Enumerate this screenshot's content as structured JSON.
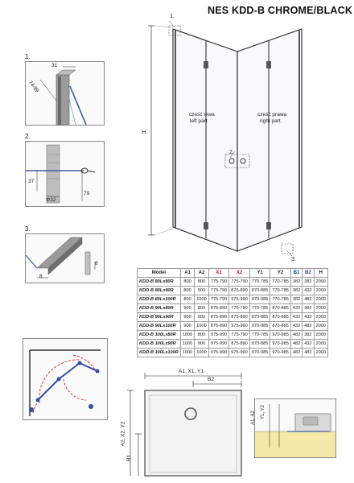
{
  "header": {
    "title": "NES KDD-B CHROME/BLACK"
  },
  "drawing": {
    "left_part_pl": "cześć lewa",
    "left_part_en": "left part",
    "right_part_pl": "cześć prawa",
    "right_part_en": "right part",
    "h_label": "H",
    "callouts": {
      "one": "1.",
      "two": "2.",
      "three": "3."
    }
  },
  "details": {
    "d1": {
      "num": "1.",
      "dim_top": "31",
      "dim_side": "74-89"
    },
    "d2": {
      "num": "2.",
      "dim_left": "37",
      "dim_bottom": "Φ32",
      "dim_right": "79"
    },
    "d3": {
      "num": "3.",
      "dim_left": "8",
      "dim_right": "8"
    }
  },
  "spec_table": {
    "headers": [
      "Model",
      "A1",
      "A2",
      "X1",
      "X2",
      "Y1",
      "Y2",
      "B1",
      "B2",
      "H"
    ],
    "rows": [
      [
        "KDD-B 80Lx80R",
        "800",
        "800",
        "775-790",
        "775-790",
        "770-785",
        "770-785",
        "382",
        "382",
        "2000"
      ],
      [
        "KDD-B 80Lx90R",
        "800",
        "900",
        "775-790",
        "875-890",
        "870-885",
        "770-785",
        "382",
        "432",
        "2000"
      ],
      [
        "KDD-B 80Lx100R",
        "800",
        "1000",
        "775-790",
        "975-990",
        "970-985",
        "770-785",
        "382",
        "482",
        "2000"
      ],
      [
        "KDD-B 90Lx80R",
        "900",
        "800",
        "875-890",
        "775-790",
        "770-785",
        "870-885",
        "432",
        "382",
        "2000"
      ],
      [
        "KDD-B 90Lx90R",
        "900",
        "900",
        "875-890",
        "875-890",
        "870-885",
        "870-885",
        "432",
        "432",
        "2000"
      ],
      [
        "KDD-B 90Lx100R",
        "900",
        "1000",
        "875-890",
        "975-990",
        "970-985",
        "870-885",
        "432",
        "482",
        "2000"
      ],
      [
        "KDD-B 100Lx80R",
        "1000",
        "800",
        "975-990",
        "775-790",
        "770-785",
        "970-985",
        "482",
        "382",
        "2000"
      ],
      [
        "KDD-B 100Lx90R",
        "1000",
        "900",
        "975-990",
        "875-890",
        "870-885",
        "970-985",
        "482",
        "432",
        "2000"
      ],
      [
        "KDD-B 100Lx100R",
        "1000",
        "1000",
        "975-990",
        "975-990",
        "970-985",
        "970-985",
        "482",
        "482",
        "2000"
      ]
    ]
  },
  "plan": {
    "a1_label": "A1, X1, Y1",
    "b2_label": "B2",
    "a2_label": "A2, X2, Y2",
    "b1_label": "B1",
    "side_labels": "A1, A2",
    "side_y": "Y1, Y2"
  },
  "colors": {
    "blue_dim": "#1f5fbf",
    "red_dim": "#c0151b",
    "hatch_red": "#d22",
    "door_blue": "#2f4fa8"
  }
}
